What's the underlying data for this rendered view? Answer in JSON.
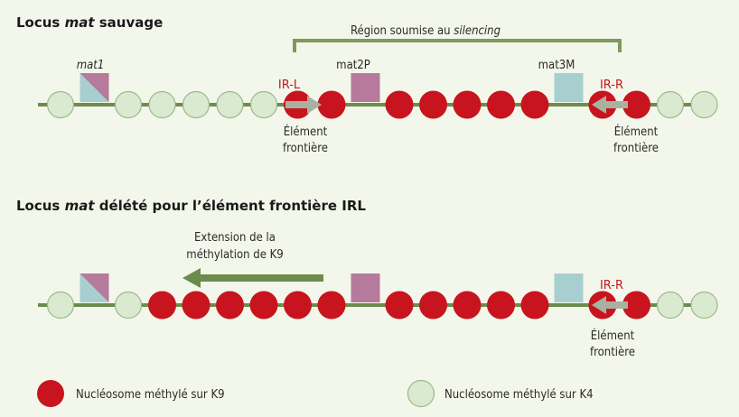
{
  "colors": {
    "background": "#f3f6ea",
    "line": "#6b8c4a",
    "bracket": "#7f9a5c",
    "k9_fill": "#c8141e",
    "k4_fill": "#d9ead0",
    "k4_stroke": "#9cb98a",
    "mat2p_fill": "#b57a9c",
    "mat3m_fill": "#a8cfcf",
    "arrow": "#a8b2a0",
    "ir_label": "#c01820"
  },
  "panel1": {
    "title_pre": "Locus ",
    "title_em": "mat",
    "title_post": " sauvage",
    "region_pre": "Région soumise au ",
    "region_em": "silencing",
    "mat1_label": "mat1",
    "mat2p_label": "mat2P",
    "mat3m_label": "mat3M",
    "irl_label": "IR-L",
    "irr_label": "IR-R",
    "boundary_left": [
      "Élément",
      "frontière"
    ],
    "boundary_right": [
      "Élément",
      "frontière"
    ],
    "nucleosomes": [
      "K4",
      "mat1",
      "K4",
      "K4",
      "K4",
      "K4",
      "K4",
      "K9",
      "K9",
      "mat2P",
      "K9",
      "K9",
      "K9",
      "K9",
      "K9",
      "mat3M",
      "K9",
      "K9",
      "K4",
      "K4"
    ]
  },
  "panel2": {
    "title_pre": "Locus ",
    "title_em": "mat",
    "title_post": " délété pour l’élément frontière IRL",
    "extension_lines": [
      "Extension de la",
      "méthylation de K9"
    ],
    "irr_label": "IR-R",
    "boundary_right": [
      "Élément",
      "frontière"
    ],
    "nucleosomes": [
      "K4",
      "mat1",
      "K4",
      "K9",
      "K9",
      "K9",
      "K9",
      "K9",
      "K9",
      "mat2P",
      "K9",
      "K9",
      "K9",
      "K9",
      "K9",
      "mat3M",
      "K9",
      "K9",
      "K4",
      "K4"
    ]
  },
  "legend": {
    "k9_label": "Nucléosome méthylé sur K9",
    "k4_label": "Nucléosome méthylé sur K4"
  }
}
